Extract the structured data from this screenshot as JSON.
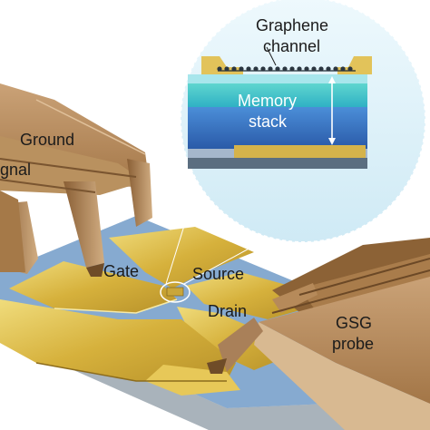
{
  "labels": {
    "graphene_channel_line1": "Graphene",
    "graphene_channel_line2": "channel",
    "memory_stack_line1": "Memory",
    "memory_stack_line2": "stack",
    "ground": "Ground",
    "signal": "gnal",
    "gate": "Gate",
    "source": "Source",
    "drain": "Drain",
    "gsg_probe_line1": "GSG",
    "gsg_probe_line2": "probe"
  },
  "colors": {
    "gold": "#d9b43a",
    "gold_light": "#ecd470",
    "probe_bronze": "#b48a57",
    "probe_dark": "#7a5530",
    "substrate_blue": "#7fa6cc",
    "memory_blue": "#2f63b2",
    "cyan_layer": "#3cc1c4",
    "bubble_bg": "#dff3fa"
  }
}
